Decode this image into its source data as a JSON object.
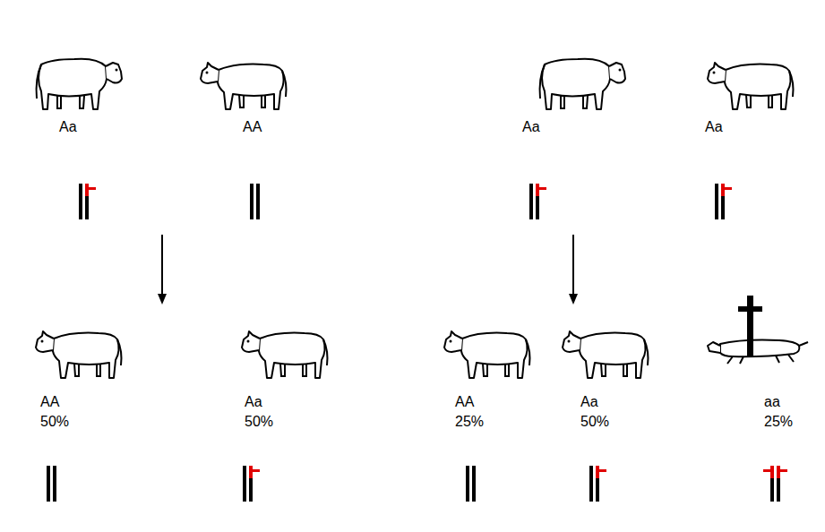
{
  "diagram": {
    "labels": [
      "Aa",
      "AA",
      "Aa",
      "Aa",
      "AA",
      "50%",
      "Aa",
      "50%",
      "AA",
      "25%",
      "Aa",
      "50%",
      "aa",
      "25%"
    ]
  }
}
